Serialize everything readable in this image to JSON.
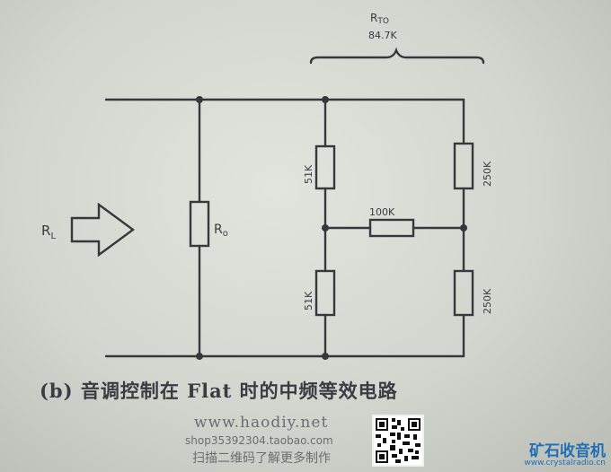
{
  "diagram": {
    "rl_label_main": "R",
    "rl_label_sub": "L",
    "ro_label_main": "R",
    "ro_label_sub": "o",
    "rto_label_main": "R",
    "rto_label_sub": "TO",
    "rto_value": "84.7K",
    "r_top_left": "51K",
    "r_top_right": "250K",
    "r_middle": "100K",
    "r_bottom_left": "51K",
    "r_bottom_right": "250K"
  },
  "caption": "(b) 音调控制在 Flat 时的中频等效电路",
  "watermark": {
    "site": "www.haodiy.net",
    "shop": "shop35392304.taobao.com",
    "slogan": "扫描二维码了解更多制作"
  },
  "brand": {
    "name": "矿石收音机",
    "url": "www.crystalradio.cn"
  },
  "colors": {
    "ink": "#37373c",
    "brand": "#1f6fb5"
  }
}
